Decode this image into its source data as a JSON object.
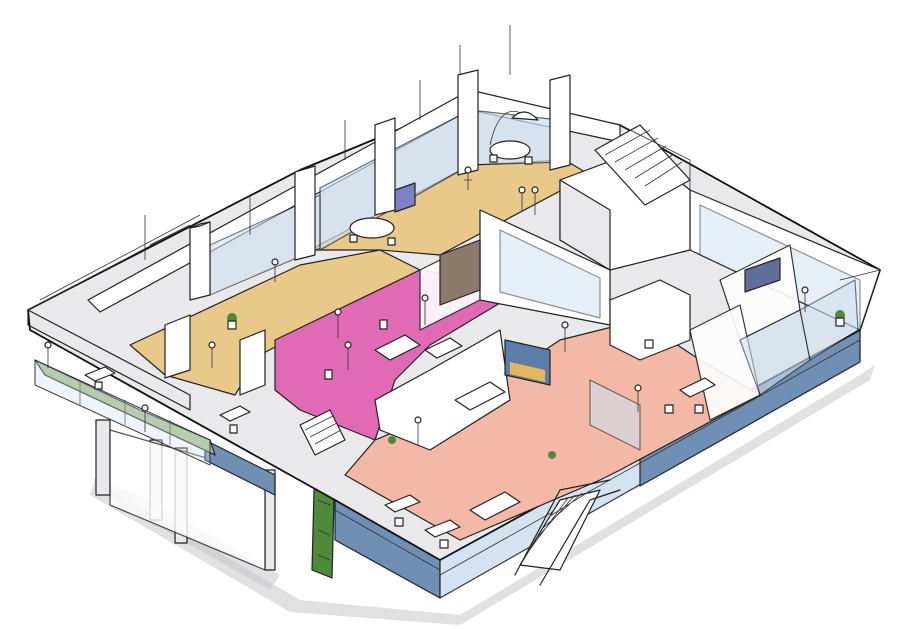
{
  "palette": {
    "wood_floor": "#e8c98a",
    "magenta_floor": "#e06ab4",
    "salmon_floor": "#f3b9a6",
    "terrace_green": "#a9c48a",
    "glass_blue": "#cfe0f0",
    "facade_blue": "#6f8fb5",
    "wall_white": "#ffffff",
    "wall_grey": "#e9e9ec",
    "shadow_grey": "#c9c9cc",
    "plant_green": "#4e8a3a",
    "ink": "#222222"
  },
  "zones": [
    {
      "id": "north-lounge",
      "floor": "wood_floor"
    },
    {
      "id": "west-workspace",
      "floor": "wood_floor"
    },
    {
      "id": "central-studio",
      "floor": "magenta_floor"
    },
    {
      "id": "south-office",
      "floor": "salmon_floor"
    },
    {
      "id": "terrace",
      "floor": "terrace_green"
    }
  ],
  "icons": [
    "column-icon",
    "stair-icon",
    "screen-icon",
    "table-icon",
    "person-icon",
    "plant-icon",
    "chair-icon",
    "lamp-icon"
  ]
}
